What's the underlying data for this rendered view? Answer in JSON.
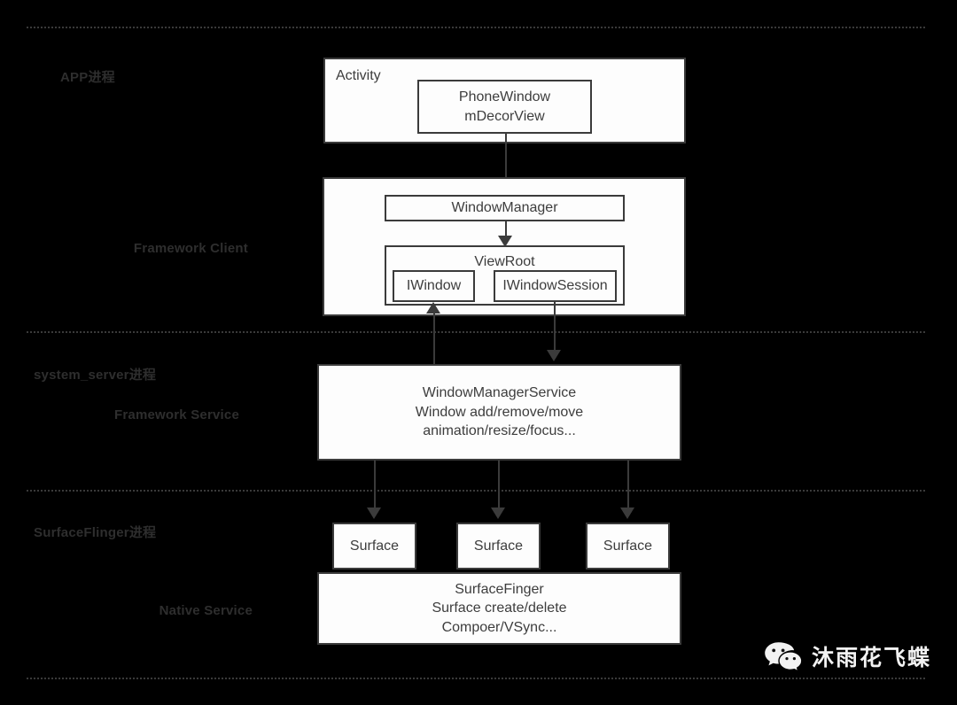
{
  "diagram": {
    "title": "Android Window System Architecture",
    "colors": {
      "background": "#000000",
      "box_fill": "#fdfdfd",
      "box_border": "#3b3b3b",
      "box_text": "#3d3d3d",
      "side_label": "#2e2e2e",
      "divider": "#3a3a3a",
      "watermark_text": "#f2f2f2"
    },
    "side_labels": {
      "app_process": "APP进程",
      "framework_client": "Framework Client",
      "system_server_process": "system_server进程",
      "framework_service": "Framework Service",
      "surfaceflinger_process": "SurfaceFlinger进程",
      "native_service": "Native Service"
    },
    "nodes": {
      "activity": "Activity",
      "phonewindow_line1": "PhoneWindow",
      "phonewindow_line2": "mDecorView",
      "window_manager": "WindowManager",
      "view_root": "ViewRoot",
      "iwindow": "IWindow",
      "iwindowsession": "IWindowSession",
      "wms_line1": "WindowManagerService",
      "wms_line2": "Window add/remove/move",
      "wms_line3": "animation/resize/focus...",
      "surface_1": "Surface",
      "surface_2": "Surface",
      "surface_3": "Surface",
      "sf_line1": "SurfaceFinger",
      "sf_line2": "Surface create/delete",
      "sf_line3": "Compoer/VSync..."
    },
    "watermark": {
      "name": "沐雨花飞蝶",
      "icon": "wechat-icon"
    }
  }
}
